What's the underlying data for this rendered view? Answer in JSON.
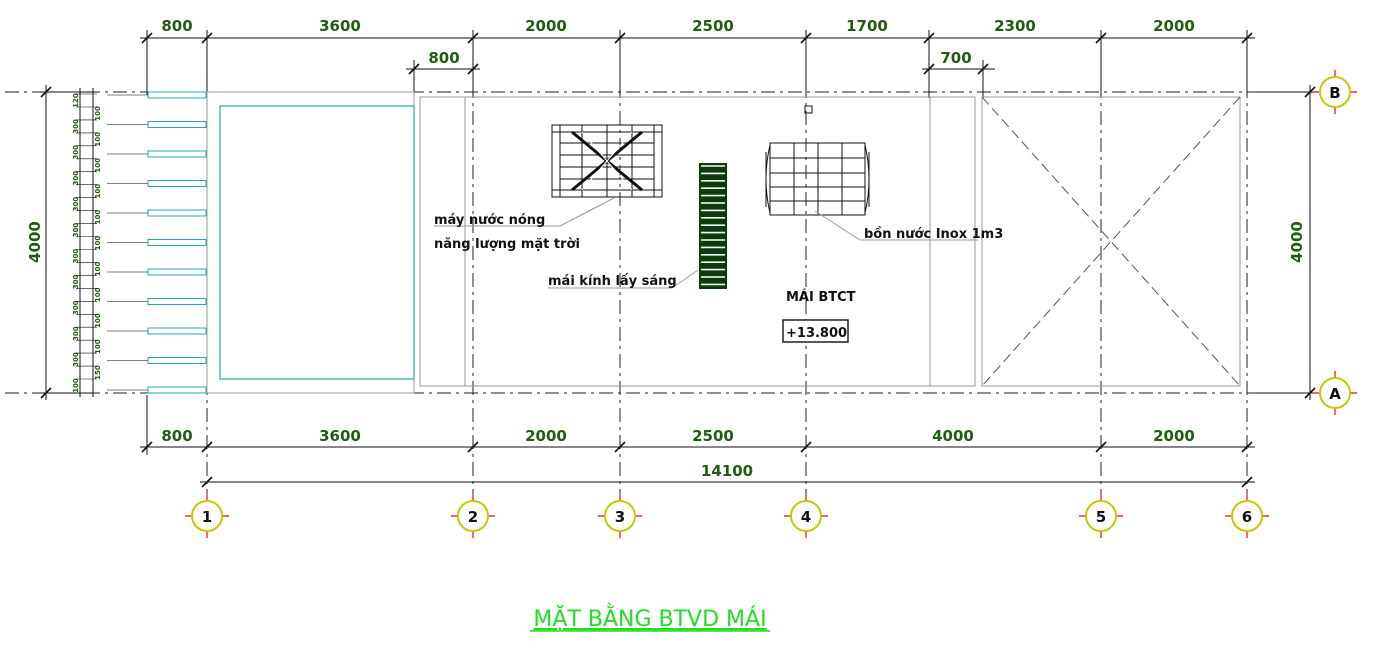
{
  "drawing_title": "MẶT BẰNG BTVD MÁI",
  "top_dimensions": [
    "800",
    "3600",
    "2000",
    "2500",
    "1700",
    "2300",
    "2000"
  ],
  "top_sub_dimensions": [
    "800",
    "700"
  ],
  "bottom_dimensions": [
    "800",
    "3600",
    "2000",
    "2500",
    "4000",
    "2000"
  ],
  "overall_dimension": "14100",
  "left_dimension": "4000",
  "right_dimension": "4000",
  "grid_columns": [
    "1",
    "2",
    "3",
    "4",
    "5",
    "6"
  ],
  "grid_rows": [
    "B",
    "A"
  ],
  "stair_dims": [
    "120",
    "100",
    "300",
    "100",
    "300",
    "100",
    "300",
    "100",
    "300",
    "100",
    "300",
    "100",
    "300",
    "100",
    "300",
    "100",
    "300",
    "100",
    "300",
    "100",
    "300",
    "150",
    "100"
  ],
  "labels": {
    "water_heater_line1": "máy nước nóng",
    "water_heater_line2": "năng lượng mặt trời",
    "skylight": "mái kính lấy sáng",
    "water_tank": "bồn nước Inox 1m3",
    "roof_type": "MÁI BTCT",
    "elevation": "+13.800"
  },
  "colors": {
    "dimension_text": "#1e5e0e",
    "title": "#22dd22",
    "bubble_ring": "#c8c800",
    "bubble_cross": "#ff0000",
    "stair_outline": "#2aa7a7",
    "skylight": "#0a3d0a"
  }
}
